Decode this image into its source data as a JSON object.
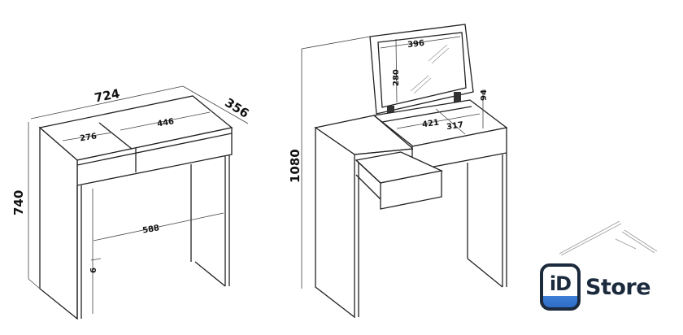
{
  "left_table": {
    "width_label": "724",
    "depth_label": "356",
    "height_label": "740",
    "left_top_label": "276",
    "right_top_label": "446",
    "inner_width_label": "588",
    "small_label": "6"
  },
  "right_table": {
    "height_label": "1080",
    "mirror_width_label": "396",
    "mirror_height_label": "280",
    "compartment_width_label": "421",
    "compartment_depth_label": "317",
    "compartment_height_label": "94"
  },
  "logo": {
    "mark": "iD",
    "name": "Store",
    "colors": {
      "navy": "#1b2a3c",
      "blue": "#3d7fd9"
    }
  }
}
